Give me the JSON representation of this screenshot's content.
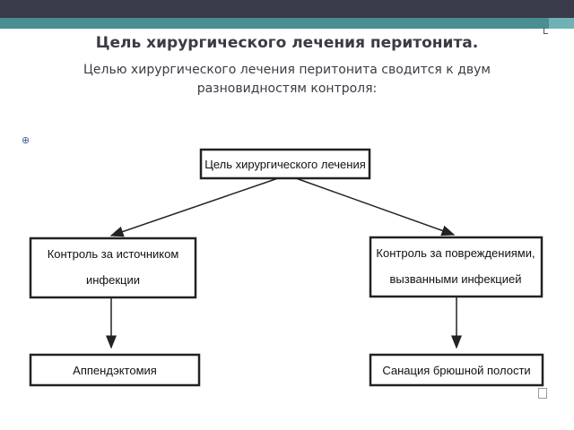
{
  "slide": {
    "title": "Цель хирургического лечения перитонита.",
    "subtitle_lines": [
      "Целью хирургического лечения перитонита сводится к двум",
      "разновидностям контроля:"
    ]
  },
  "diagram": {
    "root": {
      "lines": [
        "Цель хирургического лечения"
      ]
    },
    "left_branch": {
      "lines": [
        "Контроль за источником",
        "инфекции"
      ]
    },
    "right_branch": {
      "lines": [
        "Контроль за повреждениями,",
        "вызванными инфекцией"
      ]
    },
    "left_leaf": {
      "lines": [
        "Аппендэктомия"
      ]
    },
    "right_leaf": {
      "lines": [
        "Санация брюшной полости"
      ]
    }
  },
  "icons": [
    "object-icon",
    "placeholder-icon"
  ],
  "colors": {
    "top_band": "#3a3b4a",
    "accent": "#4a8e93",
    "text": "#3b3b45",
    "box_border": "#222222"
  }
}
